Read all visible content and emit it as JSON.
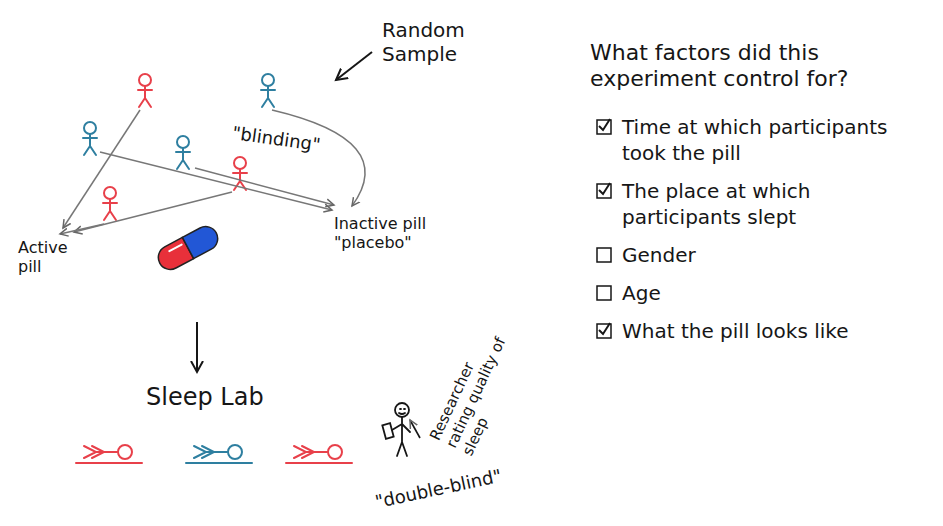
{
  "diagram": {
    "title": "What factors did this experiment control for?",
    "labels": [
      "Random Sample",
      "\"blinding\"",
      "Active pill",
      "Inactive pill \"placebo\"",
      "Sleep Lab",
      "Researcher rating quality of sleep",
      "\"double-blind\"",
      "Time at which participants took the pill",
      "The place at which participants slept",
      "Gender",
      "Age",
      "What the pill looks like"
    ]
  }
}
